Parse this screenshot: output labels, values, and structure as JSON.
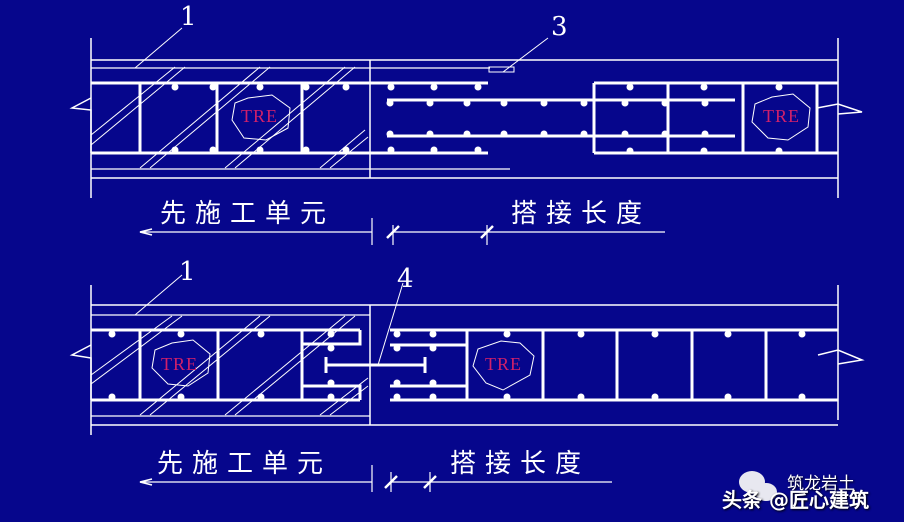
{
  "diagram": {
    "background": "#06068c",
    "line_color": "#ffffff",
    "tre_color": "#d0206a",
    "top": {
      "callouts": [
        {
          "label": "1"
        },
        {
          "label": "3"
        }
      ],
      "tre_labels": [
        "TRE",
        "TRE"
      ],
      "left_caption": "先施工单元",
      "right_caption": "搭接长度"
    },
    "bottom": {
      "callouts": [
        {
          "label": "1"
        },
        {
          "label": "4"
        }
      ],
      "tre_labels": [
        "TRE",
        "TRE"
      ],
      "left_caption": "先施工单元",
      "right_caption": "搭接长度"
    }
  },
  "watermark": {
    "line1": "筑龙岩土",
    "line2": "头条 @匠心建筑"
  }
}
